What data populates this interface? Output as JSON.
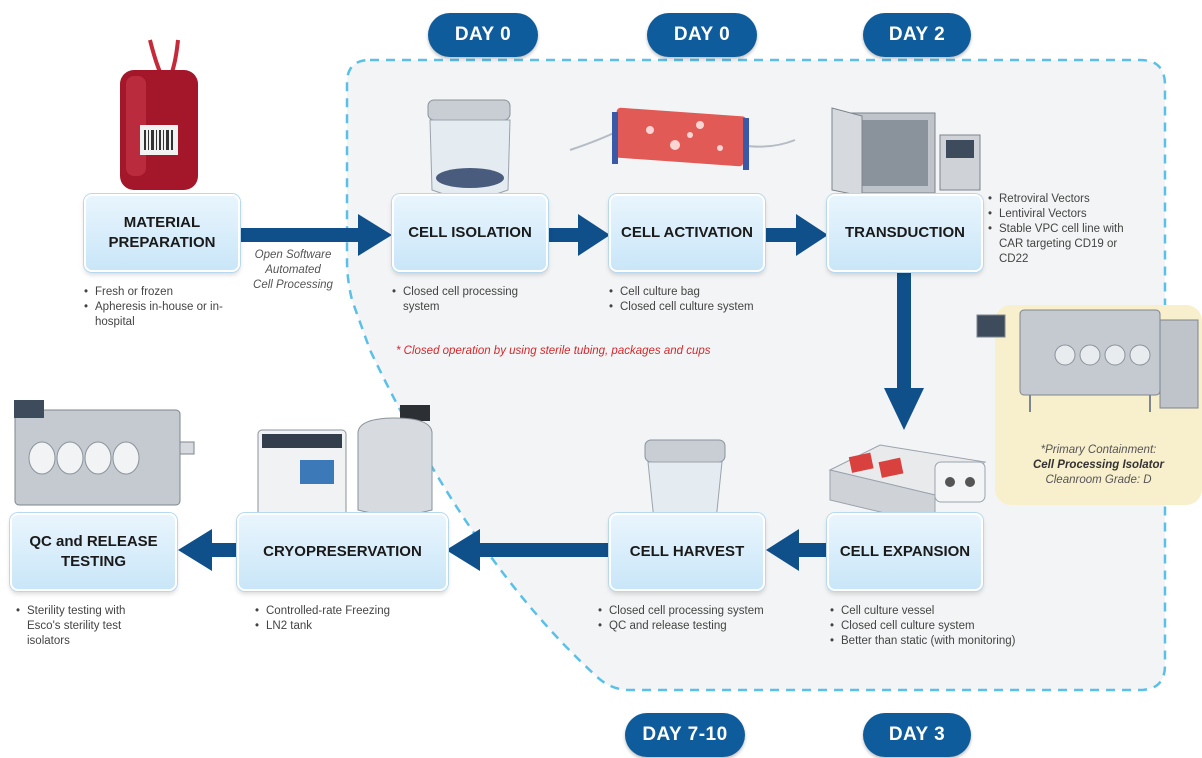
{
  "days": {
    "d0a": "DAY 0",
    "d0b": "DAY 0",
    "d2": "DAY 2",
    "d710": "DAY 7-10",
    "d3": "DAY 3"
  },
  "steps": {
    "material": [
      "MATERIAL",
      "PREPARATION"
    ],
    "isolation": "CELL ISOLATION",
    "activation": "CELL ACTIVATION",
    "transduction": "TRANSDUCTION",
    "expansion": "CELL EXPANSION",
    "harvest": "CELL HARVEST",
    "cryo": "CRYOPRESERVATION",
    "qc": [
      "QC and RELEASE",
      "TESTING"
    ]
  },
  "arrow_note": [
    "Open Software",
    "Automated",
    "Cell Processing"
  ],
  "bullets": {
    "material": [
      "Fresh or frozen",
      "Apheresis in-house or in-hospital"
    ],
    "isolation": [
      "Closed cell processing system"
    ],
    "activation": [
      "Cell culture bag",
      "Closed cell culture system"
    ],
    "transduction": [
      "Retroviral Vectors",
      "Lentiviral Vectors",
      "Stable VPC cell line with CAR targeting CD19 or CD22"
    ],
    "expansion": [
      "Cell culture vessel",
      "Closed cell culture system",
      "Better than static (with monitoring)"
    ],
    "harvest": [
      "Closed cell processing system",
      "QC and release testing"
    ],
    "cryo": [
      "Controlled-rate Freezing",
      "LN2 tank"
    ],
    "qc": [
      "Sterility testing with Esco's sterility test isolators"
    ]
  },
  "closed_note": "* Closed operation by using sterile tubing, packages and cups",
  "containment": {
    "line1": "*Primary Containment:",
    "line2": "Cell Processing Isolator",
    "line3": "Cleanroom Grade: D"
  },
  "colors": {
    "arrow": "#0f4f8a",
    "day_pill": "#0f5c9c",
    "dash": "#5bc0e8",
    "containment_bg": "#f8efcc"
  }
}
